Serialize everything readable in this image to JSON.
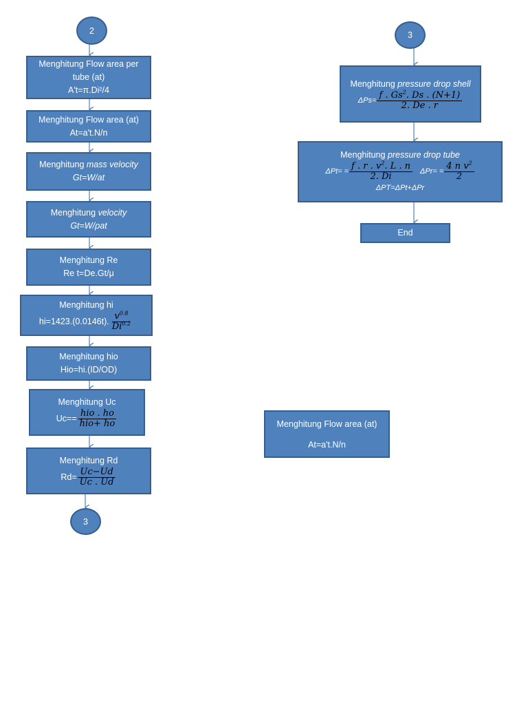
{
  "colors": {
    "box_fill": "#4f81bd",
    "box_border": "#385d8a",
    "text": "#ffffff",
    "connector": "#4f81bd"
  },
  "left_column": {
    "start_connector": "2",
    "flow_area_per_tube": {
      "title": "Menghitung Flow area per tube (at)",
      "formula": "A't=π.Di²/4"
    },
    "flow_area": {
      "title": "Menghitung Flow area (at)",
      "formula": "At=a't.N/n"
    },
    "mass_velocity": {
      "title_prefix": "Menghitung ",
      "title_italic": "mass velocity",
      "formula": "Gt=W/at"
    },
    "velocity": {
      "title_prefix": "Menghitung ",
      "title_italic": "velocity",
      "formula": "Gt=W/ρat"
    },
    "reynolds": {
      "title": "Menghitung Re",
      "formula": "Re t=De.Gt/μ"
    },
    "hi": {
      "title": "Menghitung hi",
      "formula_prefix": "hi=1423.(0.0146t).",
      "num": "v",
      "num_exp": "0.8",
      "den": "Di",
      "den_exp": "0.2"
    },
    "hio": {
      "title": "Menghitung hio",
      "formula": "Hio=hi.(ID/OD)"
    },
    "uc": {
      "title": "Menghitung Uc",
      "formula_prefix": "Uc==",
      "num": "hio . ho",
      "den": "hio+ ho"
    },
    "rd": {
      "title": "Menghitung Rd",
      "formula_prefix": "Rd=",
      "num": "Uc−Ud",
      "den": "Uc . Ud"
    },
    "end_connector": "3"
  },
  "right_column": {
    "start_connector": "3",
    "pressure_drop_shell": {
      "title_prefix": "Menghitung ",
      "title_italic": "pressure drop shell",
      "formula_prefix": "ΔPs=",
      "num": "f . Gs",
      "num_exp": "2",
      "num_rest": ". Ds . (N+1)",
      "den": "2. De . r"
    },
    "pressure_drop_tube": {
      "title_prefix": "Menghitung ",
      "title_italic": "pressure drop tube",
      "pt_prefix": "ΔPt= =",
      "pt_num": "f . r . v",
      "pt_num_exp": "2",
      "pt_num_rest": ". L . n",
      "pt_den": "2. Di",
      "pr_prefix": "ΔPr= =",
      "pr_num": "4 n v",
      "pr_num_exp": "2",
      "pr_den": "2",
      "total": "ΔPT=ΔPt+ΔPr"
    },
    "end": "End"
  },
  "loose_box": {
    "title": "Menghitung Flow area (at)",
    "formula": "At=a't.N/n"
  }
}
